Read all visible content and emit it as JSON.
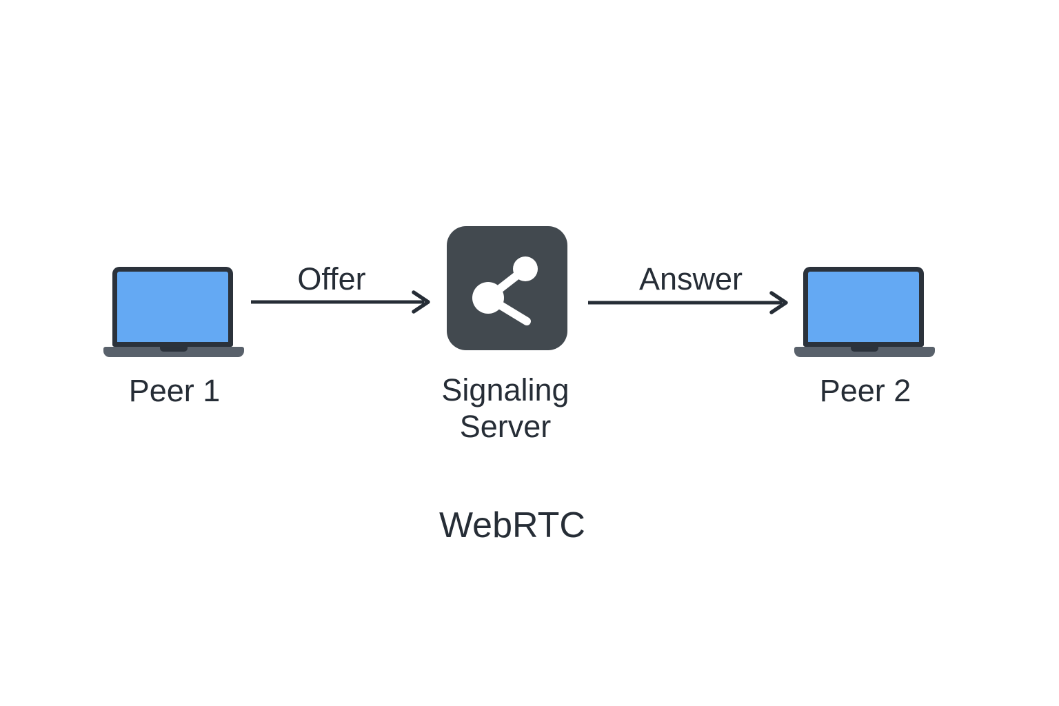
{
  "title": "WebRTC",
  "nodes": {
    "peer1": {
      "label": "Peer 1",
      "icon": "laptop-icon"
    },
    "server": {
      "label": "Signaling Server",
      "label_lines": [
        "Signaling",
        "Server"
      ],
      "icon": "share-nodes-icon"
    },
    "peer2": {
      "label": "Peer 2",
      "icon": "laptop-icon"
    }
  },
  "edges": {
    "offer": {
      "label": "Offer",
      "from": "peer1",
      "to": "server",
      "direction": "right"
    },
    "answer": {
      "label": "Answer",
      "from": "server",
      "to": "peer2",
      "direction": "right"
    }
  },
  "colors": {
    "background": "#ffffff",
    "text": "#262d36",
    "arrow": "#262d36",
    "server_box": "#42494f",
    "server_icon": "#ffffff",
    "laptop_frame": "#2b323b",
    "laptop_screen": "#64a9f3",
    "laptop_base": "#59616b"
  }
}
